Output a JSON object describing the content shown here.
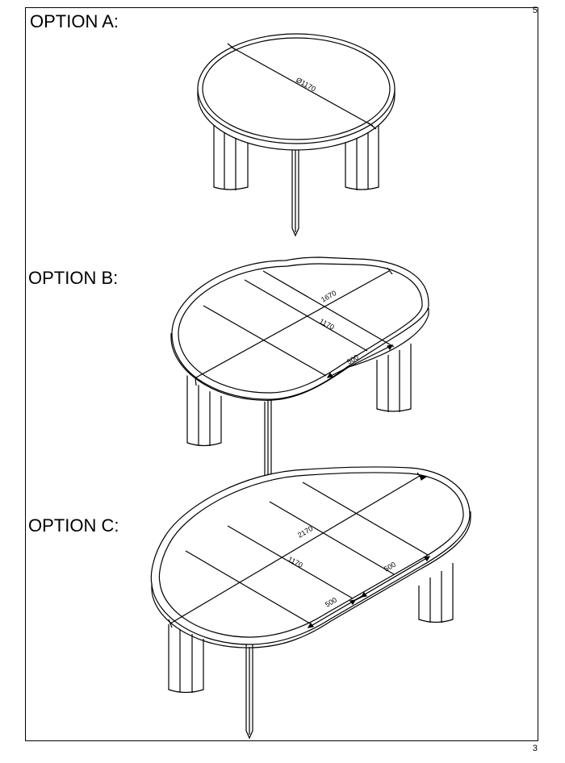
{
  "page": {
    "top_number": "5",
    "bottom_number": "3"
  },
  "options": [
    {
      "title": "OPTION A:",
      "dimensions": {
        "diameter": "Ø1170"
      }
    },
    {
      "title": "OPTION B:",
      "dimensions": {
        "overall": "1670",
        "table": "1170",
        "leaf": "500"
      }
    },
    {
      "title": "OPTION C:",
      "dimensions": {
        "overall": "2170",
        "table": "1170",
        "leaf_1": "500",
        "leaf_2": "500"
      }
    }
  ]
}
